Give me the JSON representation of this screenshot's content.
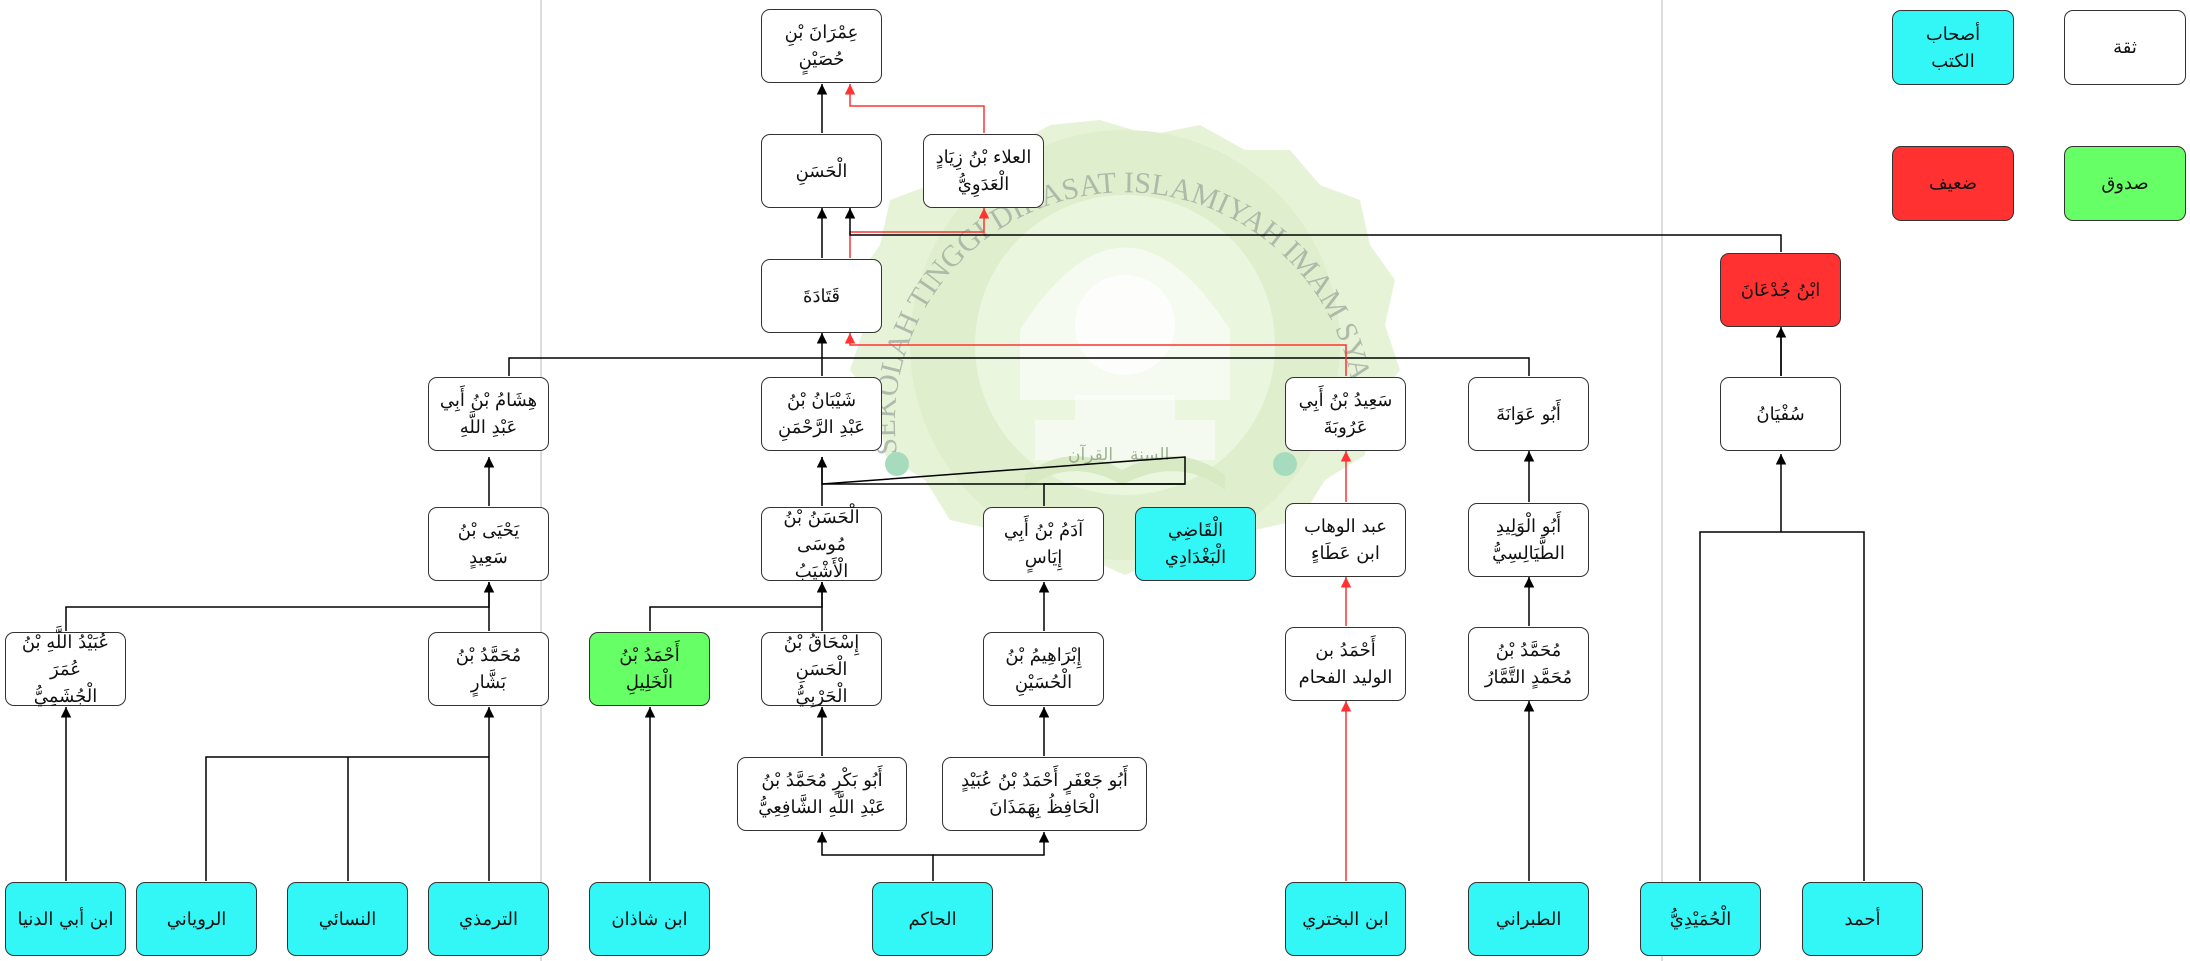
{
  "legend": {
    "trustworthy": "ثقة",
    "authors": "أصحاب الكتب",
    "truthful": "صدوق",
    "weak": "ضعيف"
  },
  "nodes": {
    "imran": "عِمْرَانَ بْنِ حُصَيْنٍ",
    "hasan": "الْحَسَنِ",
    "alaa": "العلاء بْنُ زِيَادٍ الْعَدَوِيُّ",
    "qatada": "قَتَادَةَ",
    "ibn_judan": "ابْنُ جُدْعَانَ",
    "hisham": "هِشَامُ بْنُ أَبِي عَبْدِ اللَّهِ",
    "shayban": "شَيْبَانُ بْنُ عَبْدِ الرَّحْمَنِ",
    "said": "سَعِيدُ بْنُ أَبِي عَرُوبَةَ",
    "abu_awana": "أَبُو عَوَانَةَ",
    "sufyan": "سُفْيَانُ",
    "yahya": "يَحْيَى بْنُ سَعِيدٍ",
    "hasan_musa": "الْحَسَنُ بْنُ مُوسَى الْأَشْيَبُ",
    "adam": "آدَمُ بْنُ أَبِي إِيَاسٍ",
    "qadi": "الْقَاضِي الْبَغْدَادِي",
    "abd_wahhab": "عبد الوهاب ابن عَطَاءٍ",
    "abu_walid": "أَبُو الْوَلِيدِ الطَّيَالِسِيُّ",
    "ubaydullah": "عُبَيْدُ اللَّهِ بْنُ عُمَرَ الْجُشَمِيُّ",
    "muhammad_bashar": "مُحَمَّدُ بْنُ بَشَّارٍ",
    "ahmad_khalil": "أَحْمَدُ بْنُ الْخَلِيلِ",
    "ishaq": "إِسْحَاقُ بْنُ الْحَسَنِ الْحَرْبِيُّ",
    "ibrahim": "إِبْرَاهِيمُ بْنُ الْحُسَيْنِ",
    "ahmad_walid": "أَحْمَدُ بن الوليد الفحام",
    "muhammad_tammar": "مُحَمَّدُ بْنُ مُحَمَّدٍ التَّمَّارُ",
    "abu_bakr": "أَبُو بَكْرٍ مُحَمَّدُ بْنُ عَبْدِ اللَّهِ الشَّافِعِيُّ",
    "abu_jafar": "أَبُو جَعْفَرٍ أَحْمَدُ بْنُ عُبَيْدٍ الْحَافِظُ بِهَمَذَانَ",
    "ibn_abi_dunya": "ابن أبي الدنيا",
    "ruyani": "الروياني",
    "nasai": "النسائي",
    "tirmidhi": "الترمذي",
    "ibn_shadhan": "ابن شاذان",
    "hakim": "الحاكم",
    "ibn_bakhtari": "ابن البختري",
    "tabarani": "الطبراني",
    "humaydi": "الْحُمَيْدِيُّ",
    "ahmad": "أحمد"
  },
  "watermark": {
    "ring_text": "SEKOLAH TINGGI DIRASAT ISLAMIYAH IMAM SYAFI'I",
    "book_left": "القرآن",
    "book_right": "السنة",
    "color": "#c5e3a5"
  },
  "colors": {
    "trust": "#ffffff",
    "book": "#33f6f6",
    "weak": "#ff3131",
    "truthful": "#66ff66",
    "edge_normal": "#000000",
    "edge_red": "#ff3333"
  }
}
